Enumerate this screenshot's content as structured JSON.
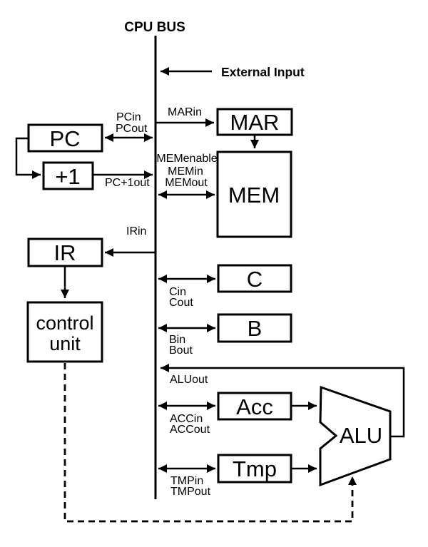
{
  "diagram": {
    "title": "CPU BUS",
    "external_input_label": "External Input",
    "colors": {
      "ink": "#000000",
      "background": "#ffffff"
    },
    "blocks": {
      "pc": "PC",
      "plus1": "+1",
      "mar": "MAR",
      "mem": "MEM",
      "ir": "IR",
      "control_unit_line1": "control",
      "control_unit_line2": "unit",
      "c": "C",
      "b": "B",
      "acc": "Acc",
      "tmp": "Tmp",
      "alu": "ALU"
    },
    "signals": {
      "marin": "MARin",
      "pcin": "PCin",
      "pcout": "PCout",
      "pc1out": "PC+1out",
      "memenable": "MEMenable",
      "memin": "MEMin",
      "memout": "MEMout",
      "irin": "IRin",
      "cin": "Cin",
      "cout": "Cout",
      "bin": "Bin",
      "bout": "Bout",
      "aluout": "ALUout",
      "accin": "ACCin",
      "accout": "ACCout",
      "tmpin": "TMPin",
      "tmpout": "TMPout"
    }
  }
}
